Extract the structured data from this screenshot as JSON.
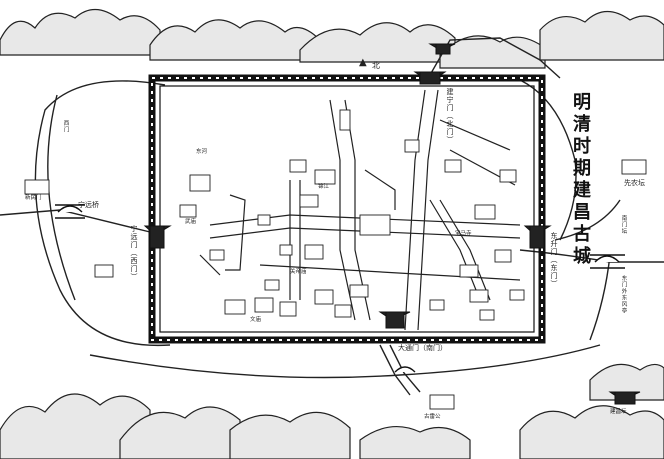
{
  "map": {
    "title": "明清时期建昌古城",
    "north": "北",
    "gates": {
      "north": "建宁门（北门）",
      "east": "东升门（东门）",
      "south": "大通门（南门）",
      "west": "宁远门（西门）"
    },
    "places": {
      "ningyuan_bridge": "宁远桥",
      "xi_gate_small": "西门",
      "xianbao_chi": "先农坛",
      "nan_chi": "南门坛",
      "shangeng_shuang": "东门外东风亭",
      "gu_leigong": "古雷公",
      "jiechang": "建昌坛",
      "wu_miao": "武庙",
      "xinminmen": "新民门",
      "jinjiang": "锦江",
      "guandi": "关帝庙",
      "baoma": "宝马寺",
      "wenmiao": "文庙",
      "donghe": "东河"
    }
  }
}
